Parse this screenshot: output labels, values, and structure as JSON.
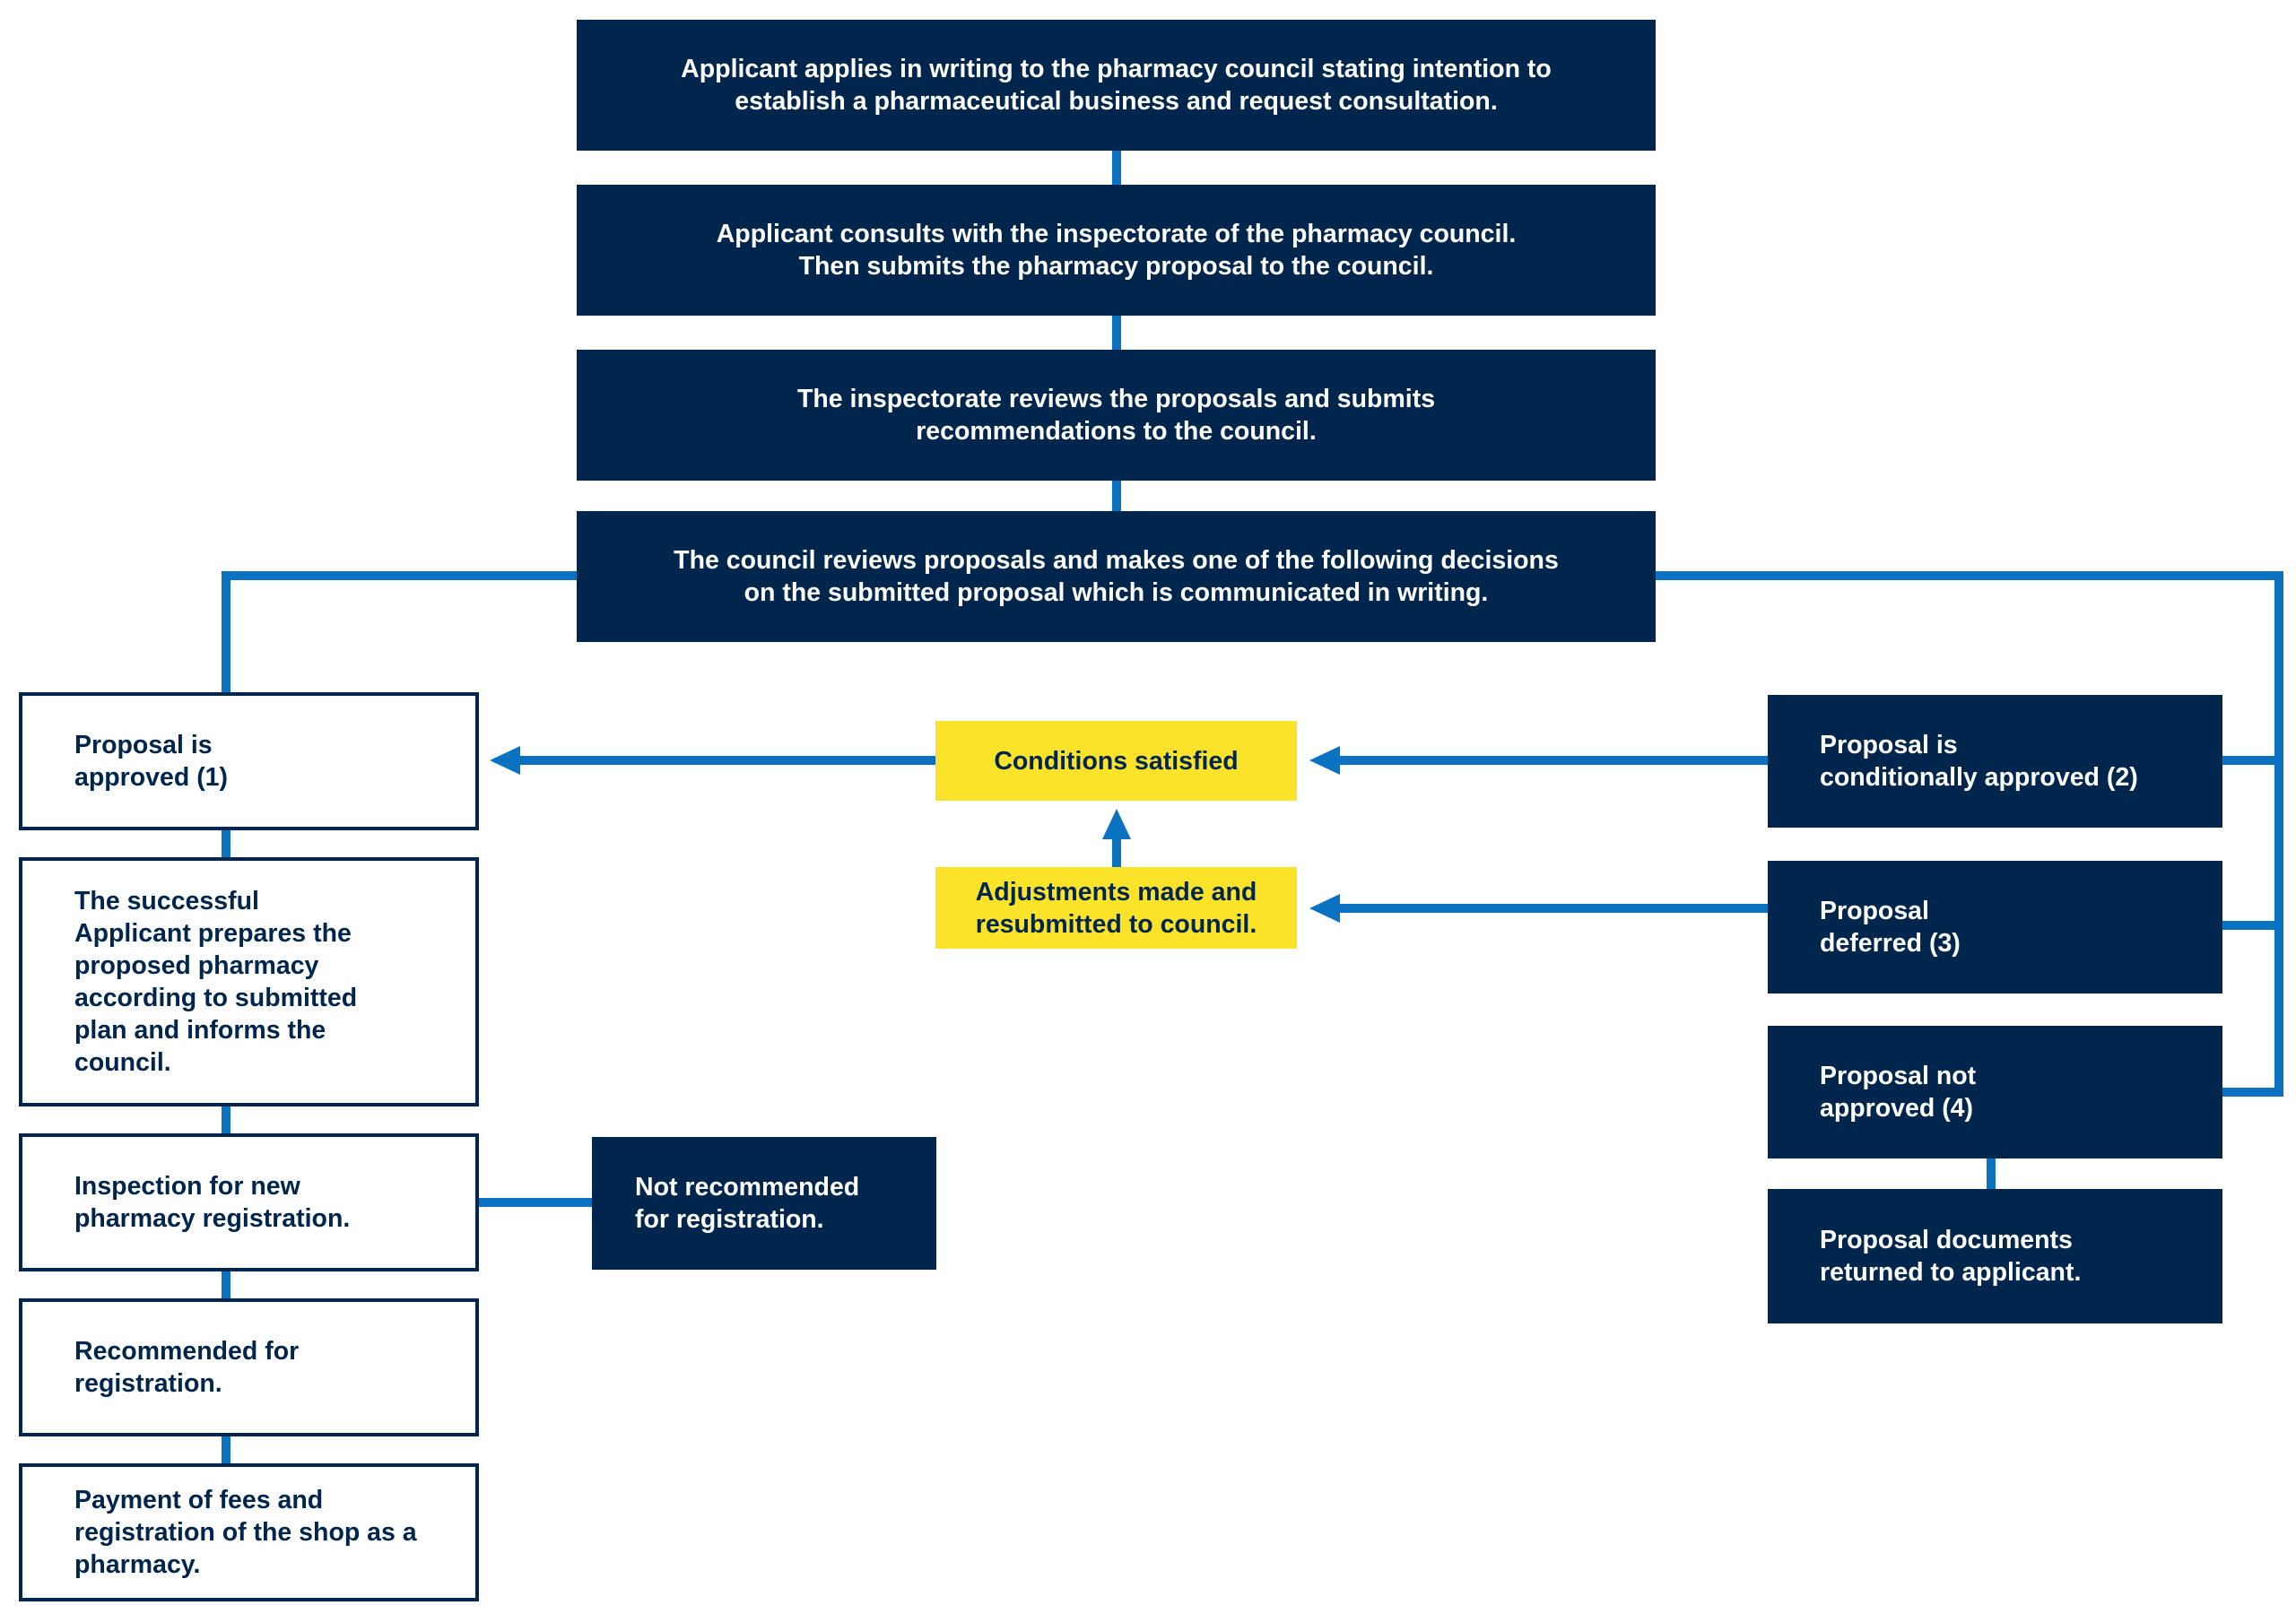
{
  "colors": {
    "navy": "#00264d",
    "connector_blue": "#0b72c1",
    "highlight_yellow": "#fbe32a",
    "background": "#ffffff"
  },
  "steps": {
    "apply": "Applicant applies in writing to the pharmacy council stating  intention to\nestablish a pharmaceutical business and request consultation.",
    "consult": "Applicant consults with the inspectorate of the pharmacy council.\nThen submits the pharmacy proposal to the council.",
    "inspectorate_review": "The inspectorate reviews the proposals and submits\nrecommendations to the council.",
    "council_review": "The council reviews proposals and makes one of the following decisions\non the submitted proposal which is communicated in writing."
  },
  "approved_path": {
    "approved": "Proposal is\napproved (1)",
    "prepares": "The successful\nApplicant prepares the\nproposed pharmacy\naccording to submitted\nplan and informs the\ncouncil.",
    "inspection": "Inspection for new\npharmacy registration.",
    "recommended": "Recommended for\nregistration.",
    "payment": "Payment of fees and\nregistration of the shop as a\npharmacy."
  },
  "not_recommended": "Not recommended\nfor registration.",
  "middle": {
    "conditions_satisfied": "Conditions satisfied",
    "adjustments": "Adjustments made and\nresubmitted to council."
  },
  "decisions": {
    "conditional": "Proposal is\nconditionally approved (2)",
    "deferred": "Proposal\ndeferred (3)",
    "not_approved": "Proposal not\napproved (4)",
    "returned": "Proposal documents\nreturned to applicant."
  }
}
